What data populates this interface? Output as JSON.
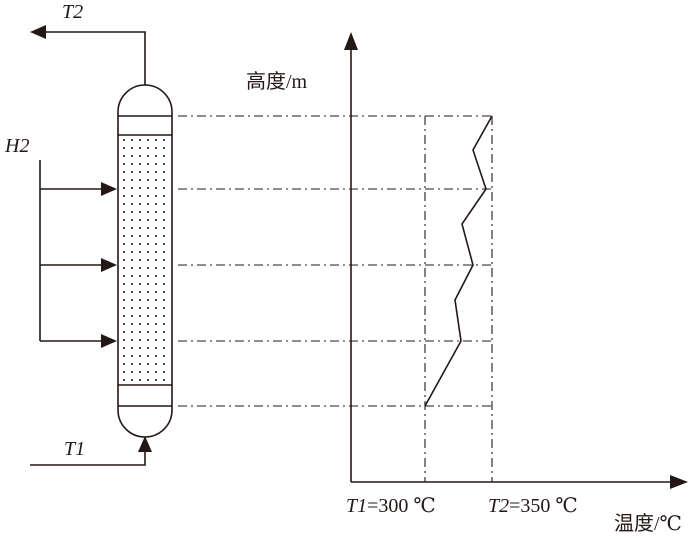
{
  "reactor": {
    "top_stream": "T2",
    "side_stream": "H2",
    "bottom_stream": "T1"
  },
  "plot": {
    "y_axis_label": "高度/m",
    "x_axis_label": "温度/℃",
    "t1_name": "T1",
    "t1_value": "=300 ℃",
    "t2_name": "T2",
    "t2_value": "=350 ℃"
  },
  "colors": {
    "line": "#231815",
    "background": "#ffffff"
  }
}
